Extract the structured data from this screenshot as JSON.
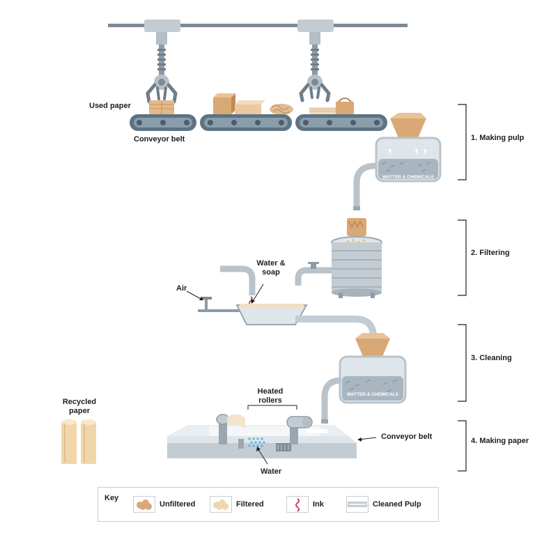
{
  "labels": {
    "used_paper": "Used paper",
    "conveyor_belt_top": "Conveyor belt",
    "water_soap": "Water &\nsoap",
    "air": "Air",
    "heated_rollers": "Heated\nrollers",
    "recycled_paper": "Recycled\npaper",
    "conveyor_belt_bottom": "Conveyor belt",
    "water": "Water",
    "tank1_text": "WATTER & CHEMICALS",
    "tank2_text": "WATTER & CHEMICALS"
  },
  "stages": [
    {
      "label": "1. Making pulp"
    },
    {
      "label": "2. Filtering"
    },
    {
      "label": "3. Cleaning"
    },
    {
      "label": "4. Making paper"
    }
  ],
  "key": {
    "title": "Key",
    "items": [
      {
        "label": "Unfiltered",
        "icon": "unfiltered-pulp-icon"
      },
      {
        "label": "Filtered",
        "icon": "filtered-pulp-icon"
      },
      {
        "label": "Ink",
        "icon": "ink-squiggle-icon"
      },
      {
        "label": "Cleaned Pulp",
        "icon": "cleaned-pulp-pipe-icon"
      }
    ]
  },
  "colors": {
    "machine_grey": "#b9c3cb",
    "machine_dark": "#7f8d99",
    "belt_blue": "#5d7384",
    "paper_tan": "#e9c79d",
    "box_brown": "#d8a876",
    "ink_red": "#c0475d",
    "water_blue": "#5bb4e0"
  }
}
